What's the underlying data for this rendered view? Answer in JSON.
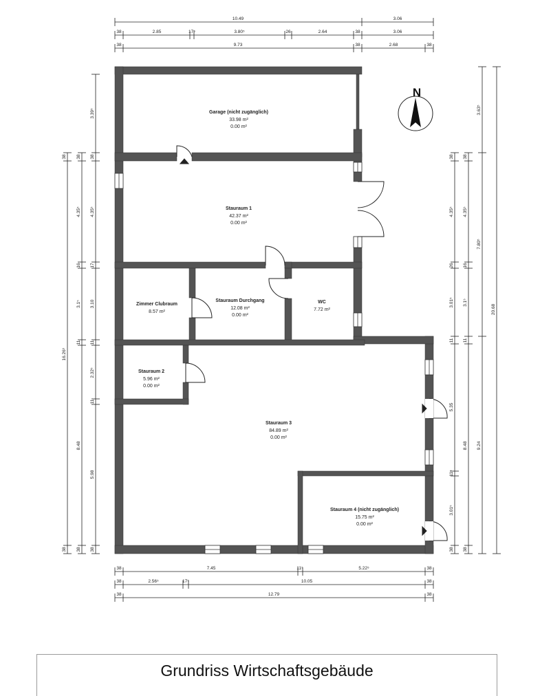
{
  "title": "Grundriss Wirtschaftsgebäude",
  "north": "N",
  "colors": {
    "wall": "#545454",
    "line": "#222222",
    "background": "#ffffff"
  },
  "rooms": {
    "garage": {
      "name": "Garage (nicht zugänglich)",
      "area": "33.98 m²",
      "extra": "0.00 m²"
    },
    "stauraum1": {
      "name": "Stauraum 1",
      "area": "42.37 m²",
      "extra": "0.00 m²"
    },
    "zimmer": {
      "name": "Zimmer Clubraum",
      "area": "8.57 m²"
    },
    "durchgang": {
      "name": "Stauraum Durchgang",
      "area": "12.08 m²",
      "extra": "0.00 m²"
    },
    "wc": {
      "name": "WC",
      "area": "7.72 m²"
    },
    "stauraum2": {
      "name": "Stauraum 2",
      "area": "5.96 m²",
      "extra": "0.00 m²"
    },
    "stauraum3": {
      "name": "Stauraum 3",
      "area": "84.89 m²",
      "extra": "0.00 m²"
    },
    "stauraum4": {
      "name": "Stauraum 4 (nicht zugänglich)",
      "area": "15.75 m²",
      "extra": "0.00 m²"
    }
  },
  "dimensions": {
    "top1": [
      "10.49",
      "3.06"
    ],
    "top2": [
      "38",
      "2.85",
      "17⁵",
      "3.80⁵",
      "26",
      "2.64",
      "38",
      "3.06"
    ],
    "top3": [
      "38",
      "9.73",
      "38",
      "2.68",
      "38"
    ],
    "bottom1": [
      "38",
      "7.45",
      "11⁵",
      "5.22⁵",
      "38"
    ],
    "bottom2": [
      "38",
      "2.56⁵",
      "17⁵",
      "10.05",
      "38"
    ],
    "bottom3": [
      "38",
      "12.79",
      "38"
    ],
    "left_outer": [
      "16.26⁵",
      "38",
      "38"
    ],
    "left_mid": [
      "38",
      "4.35⁵",
      "16",
      "3.1⁵",
      "11",
      "8.48",
      "38"
    ],
    "left_inner": [
      "3.39⁵",
      "38",
      "4.35⁵",
      "17",
      "3.10",
      "11",
      "2.32⁵",
      "11",
      "5.98",
      "38"
    ],
    "right_inner": [
      "38",
      "4.35⁵",
      "26",
      "3.01⁵",
      "11",
      "5.35",
      "11⁵",
      "3.01⁵",
      "38"
    ],
    "right_mid": [
      "38",
      "4.35⁵",
      "16",
      "3.1⁵",
      "11",
      "8.48",
      "38"
    ],
    "right_outer1": [
      "3.63⁵",
      "7.80⁵",
      "9.24"
    ],
    "right_outer2": [
      "20.68"
    ]
  }
}
